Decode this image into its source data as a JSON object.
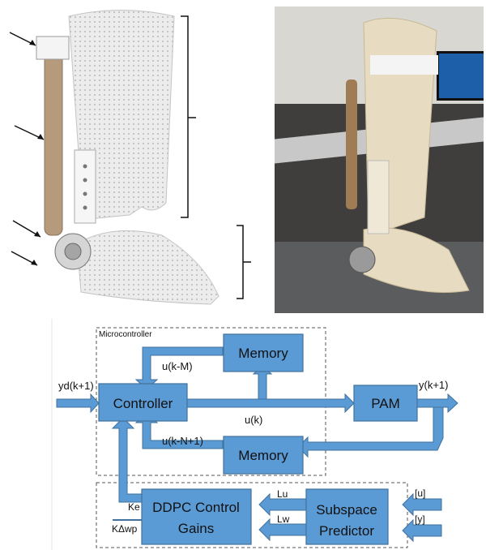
{
  "diagram": {
    "microcontroller_label": "Microcontroller",
    "blocks": {
      "controller": "Controller",
      "memory_top": "Memory",
      "memory_bottom": "Memory",
      "pam": "PAM",
      "ddpc_line1": "DDPC Control",
      "ddpc_line2": "Gains",
      "subspace_line1": "Subspace",
      "subspace_line2": "Predictor"
    },
    "signals": {
      "yd": "yd(k+1)",
      "y": "y(k+1)",
      "u_k": "u(k)",
      "u_k_m": "u(k-M)",
      "u_k_n1": "u(k-N+1)",
      "lu": "Lu",
      "lw": "Lw",
      "ke": "Ke",
      "kdwp": "KΔwp",
      "u_in": "[u]",
      "y_in": "[y]"
    }
  },
  "colors": {
    "block_fill": "#5b9bd5",
    "block_stroke": "#41719c",
    "arrow_fill": "#5b9bd5"
  }
}
